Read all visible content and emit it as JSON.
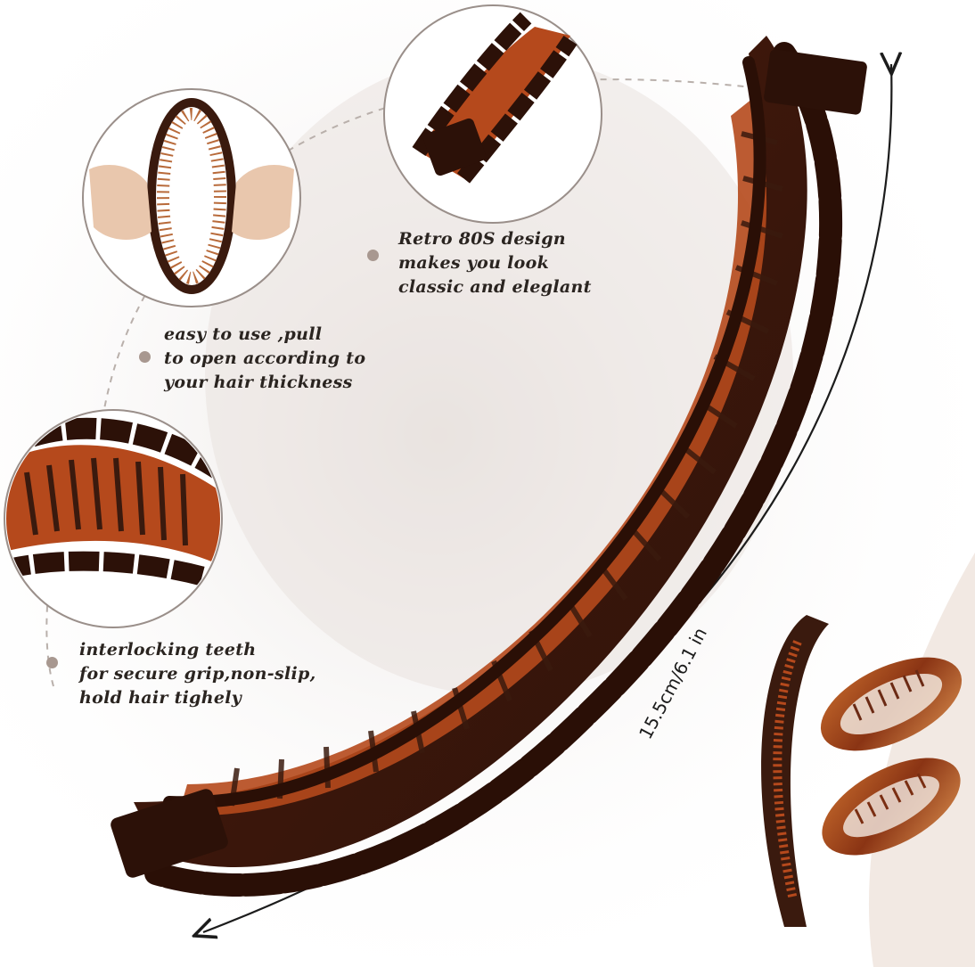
{
  "features": {
    "retro": [
      "Retro 80S design",
      "makes you look",
      "classic and eleglant"
    ],
    "easy": [
      "easy to use ,pull",
      "to open according to",
      "your hair thickness"
    ],
    "teeth": [
      "interlocking teeth",
      "for secure grip,non-slip,",
      "hold hair tighely"
    ]
  },
  "measurement": "15.5cm/6.1 in",
  "colors": {
    "clip_dark": "#3a1a0e",
    "clip_mid": "#6b2a14",
    "teeth": "#b5491c",
    "bullet": "#a89890",
    "text": "#2a2420"
  },
  "icons": {
    "bullet": "dot-icon",
    "arrow": "double-arrow-icon"
  }
}
